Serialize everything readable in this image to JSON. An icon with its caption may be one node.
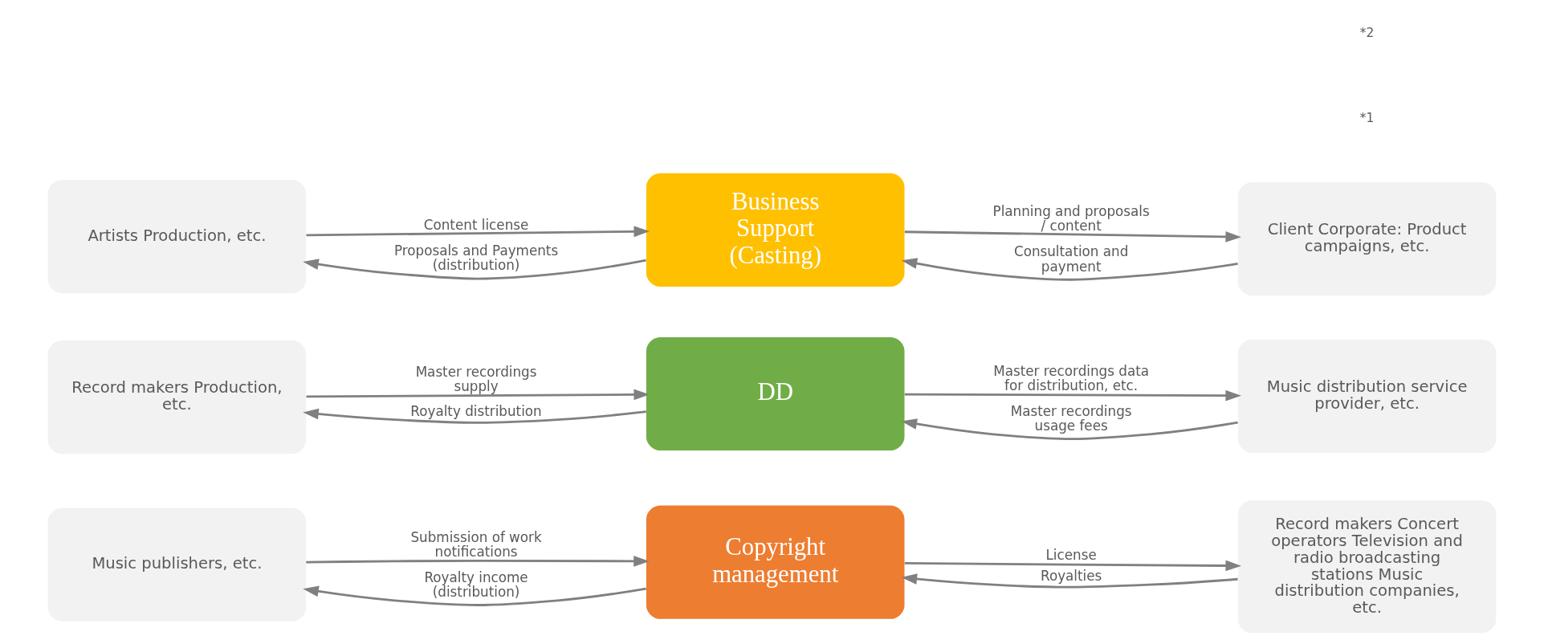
{
  "diagram": {
    "nodes": [
      {
        "text": [
          "Music publishers, etc."
        ]
      },
      {
        "text": [
          "Copyright management"
        ]
      },
      {
        "text": [
          "Record makers Concert operators Television and radio broadcasting stations Music distribution companies, etc."
        ]
      },
      {
        "text": [
          "Record makers Production, etc."
        ]
      },
      {
        "text": [
          "DD"
        ]
      },
      {
        "text": [
          "Music distribution service provider, etc."
        ]
      },
      {
        "text": [
          "Artists Production, etc."
        ]
      },
      {
        "text": [
          "Business Support (Casting)"
        ]
      },
      {
        "text": [
          "Client Corporate: Product campaigns, etc."
        ]
      }
    ],
    "edges": [
      {
        "from": 0,
        "to": 1,
        "arrow": "to",
        "label": "Submission of work notifications"
      },
      {
        "from": 1,
        "to": 0,
        "arrow": "to",
        "label": "Royalty income (distribution)"
      },
      {
        "from": 1,
        "to": 2,
        "arrow": "to",
        "label": "License"
      },
      {
        "from": 2,
        "to": 1,
        "arrow": "to",
        "label": "Royalties"
      },
      {
        "from": 3,
        "to": 4,
        "arrow": "to",
        "label": "Master recordings supply"
      },
      {
        "from": 4,
        "to": 3,
        "arrow": "to",
        "label": "Royalty distribution"
      },
      {
        "from": 4,
        "to": 5,
        "arrow": "to",
        "label": "Master recordings data for distribution, etc."
      },
      {
        "from": 5,
        "to": 4,
        "arrow": "to",
        "label": "Master recordings usage fees"
      },
      {
        "from": 6,
        "to": 7,
        "arrow": "to",
        "label": "Content license"
      },
      {
        "from": 7,
        "to": 6,
        "arrow": "to",
        "label": "Proposals and Payments (distribution)"
      },
      {
        "from": 7,
        "to": 8,
        "arrow": "to",
        "label": "Planning and proposals / content"
      },
      {
        "from": 8,
        "to": 7,
        "arrow": "to",
        "label": "Consultation and payment"
      }
    ],
    "labels": [
      "*1",
      "*2"
    ]
  }
}
